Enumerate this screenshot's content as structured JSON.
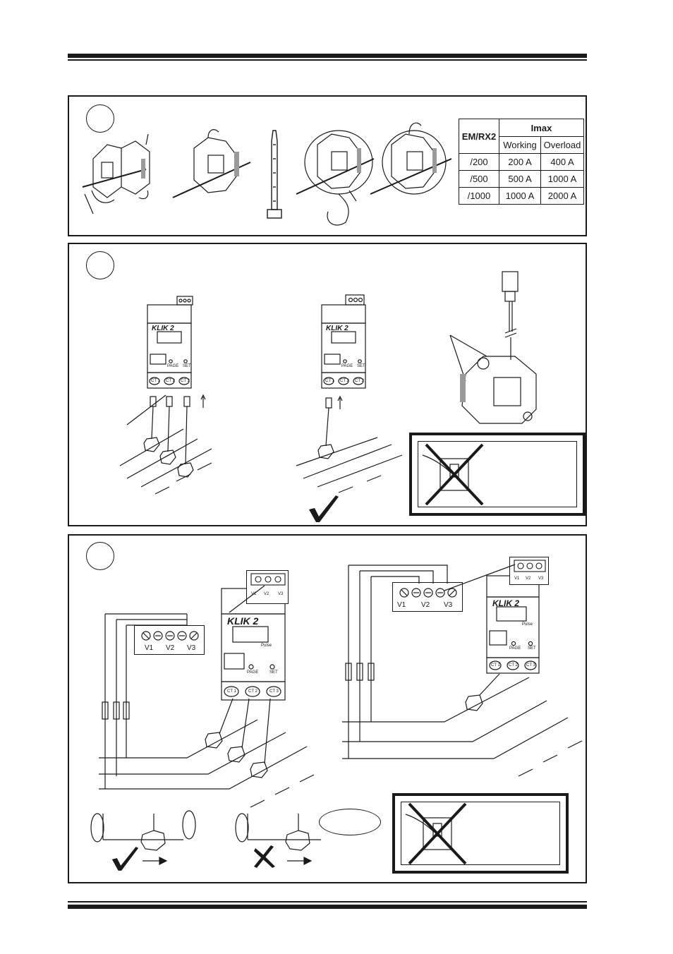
{
  "imax_table": {
    "model_header": "EM/RX2",
    "imax_header": "Imax",
    "col_working": "Working",
    "col_overload": "Overload",
    "rows": [
      {
        "model": "/200",
        "working": "200 A",
        "overload": "400 A"
      },
      {
        "model": "/500",
        "working": "500 A",
        "overload": "1000 A"
      },
      {
        "model": "/1000",
        "working": "1000 A",
        "overload": "2000 A"
      }
    ]
  },
  "meter": {
    "brand": "KLIK 2",
    "ct1": "CT 1",
    "ct2": "CT 2",
    "ct3": "CT 3",
    "page": "PAGE",
    "set": "SET",
    "pulse": "Pulse",
    "v1": "V1",
    "v2": "V2",
    "v3": "V3"
  },
  "terminal": {
    "v1": "V1",
    "v2": "V2",
    "v3": "V3"
  },
  "colors": {
    "ink": "#1a1a1a",
    "gray": "#9a9a9a",
    "paper": "#ffffff"
  },
  "icons": [
    "checkmark-icon",
    "cross-icon",
    "no-touch-hand-icon",
    "cable-tie-icon",
    "current-clamp-icon"
  ]
}
